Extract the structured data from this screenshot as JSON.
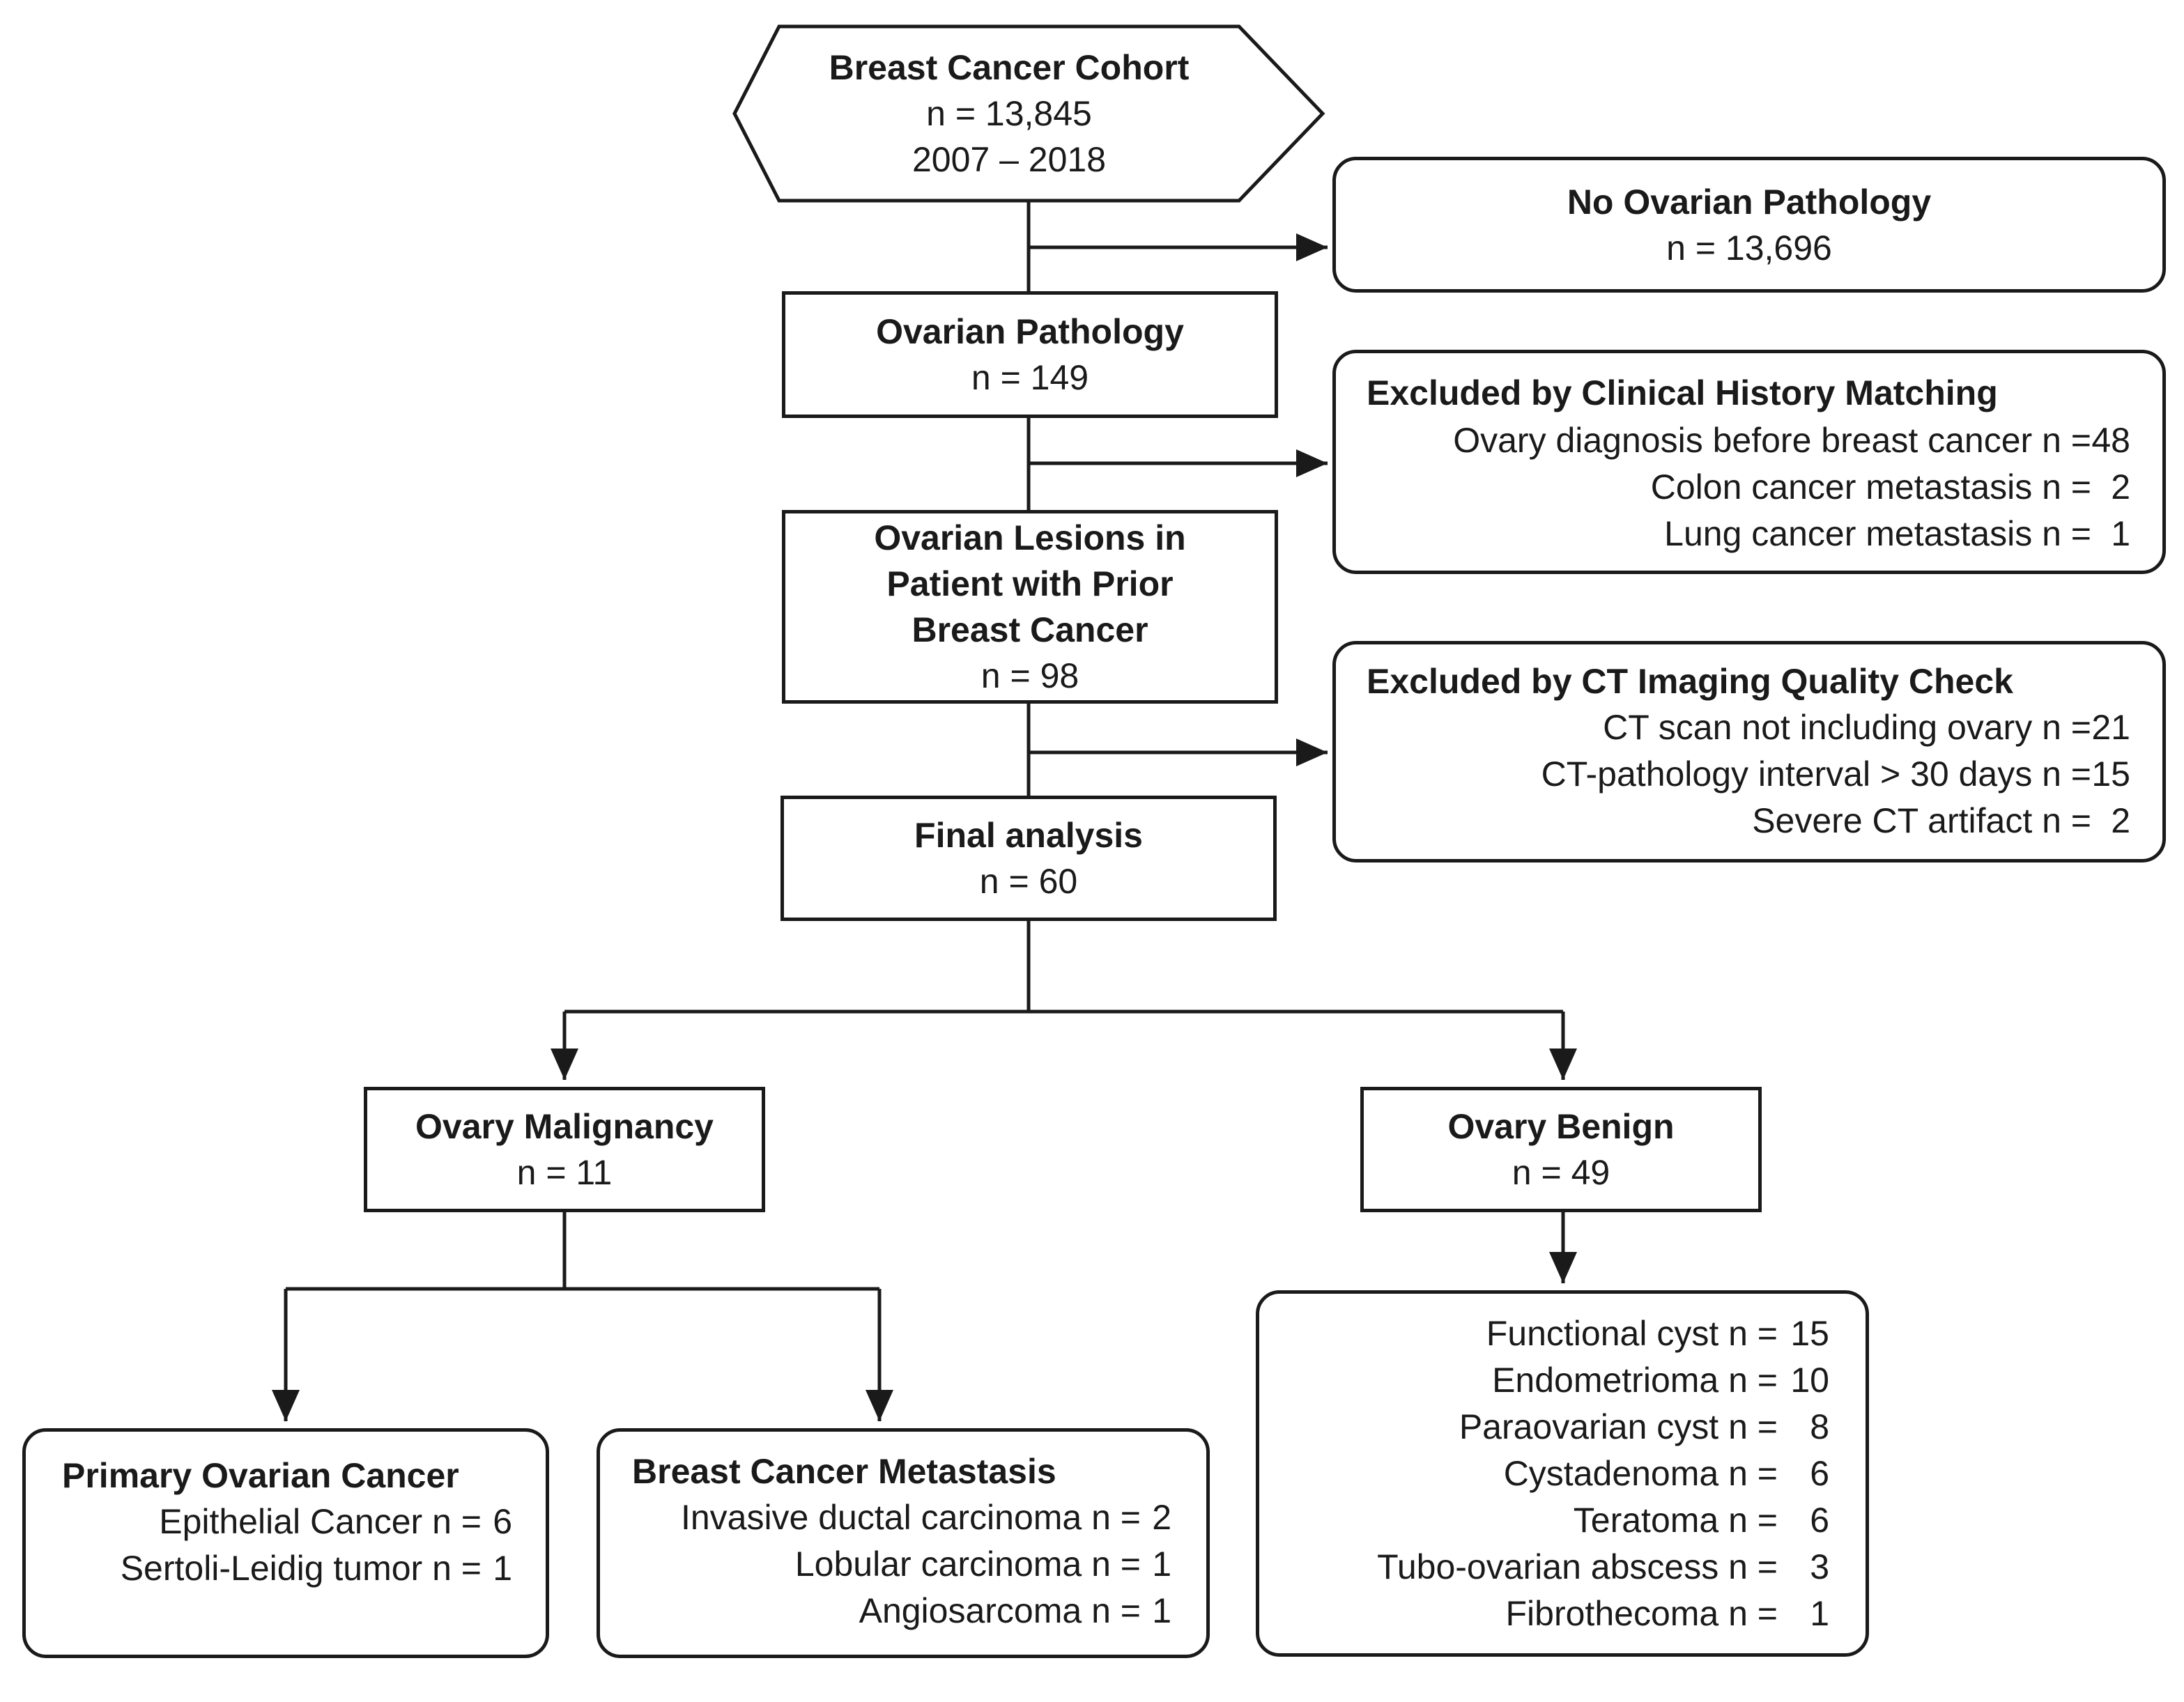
{
  "cohort": {
    "title": "Breast Cancer Cohort",
    "n": "n = 13,845",
    "years": "2007 – 2018"
  },
  "no_ovarian": {
    "title": "No Ovarian Pathology",
    "n": "n = 13,696"
  },
  "ovarian_pathology": {
    "title": "Ovarian Pathology",
    "n": "n = 149"
  },
  "excluded_history": {
    "title": "Excluded by Clinical History Matching",
    "items": [
      {
        "label": "Ovary diagnosis before breast cancer n =",
        "value": "48"
      },
      {
        "label": "Colon cancer metastasis n =",
        "value": "2"
      },
      {
        "label": "Lung cancer metastasis n =",
        "value": "1"
      }
    ]
  },
  "lesions": {
    "line1": "Ovarian Lesions in",
    "line2": "Patient with Prior",
    "line3": "Breast Cancer",
    "n": "n = 98"
  },
  "excluded_ct": {
    "title": "Excluded by CT Imaging Quality Check",
    "items": [
      {
        "label": "CT scan not including ovary n =",
        "value": "21"
      },
      {
        "label": "CT-pathology interval > 30 days n =",
        "value": "15"
      },
      {
        "label": "Severe CT artifact n =",
        "value": "2"
      }
    ]
  },
  "final": {
    "title": "Final analysis",
    "n": "n = 60"
  },
  "malignancy": {
    "title": "Ovary Malignancy",
    "n": "n = 11"
  },
  "benign": {
    "title": "Ovary Benign",
    "n": "n = 49"
  },
  "primary": {
    "title": "Primary Ovarian Cancer",
    "items": [
      {
        "label": "Epithelial Cancer n =",
        "value": "6"
      },
      {
        "label": "Sertoli-Leidig tumor n =",
        "value": "1"
      }
    ]
  },
  "metastasis": {
    "title": "Breast Cancer Metastasis",
    "items": [
      {
        "label": "Invasive ductal carcinoma n =",
        "value": "2"
      },
      {
        "label": "Lobular carcinoma n =",
        "value": "1"
      },
      {
        "label": "Angiosarcoma n =",
        "value": "1"
      }
    ]
  },
  "benign_types": {
    "items": [
      {
        "label": "Functional cyst n =",
        "value": "15"
      },
      {
        "label": "Endometrioma n =",
        "value": "10"
      },
      {
        "label": "Paraovarian cyst n =",
        "value": "8"
      },
      {
        "label": "Cystadenoma n =",
        "value": "6"
      },
      {
        "label": "Teratoma n =",
        "value": "6"
      },
      {
        "label": "Tubo-ovarian abscess n =",
        "value": "3"
      },
      {
        "label": "Fibrothecoma n =",
        "value": "1"
      }
    ]
  }
}
